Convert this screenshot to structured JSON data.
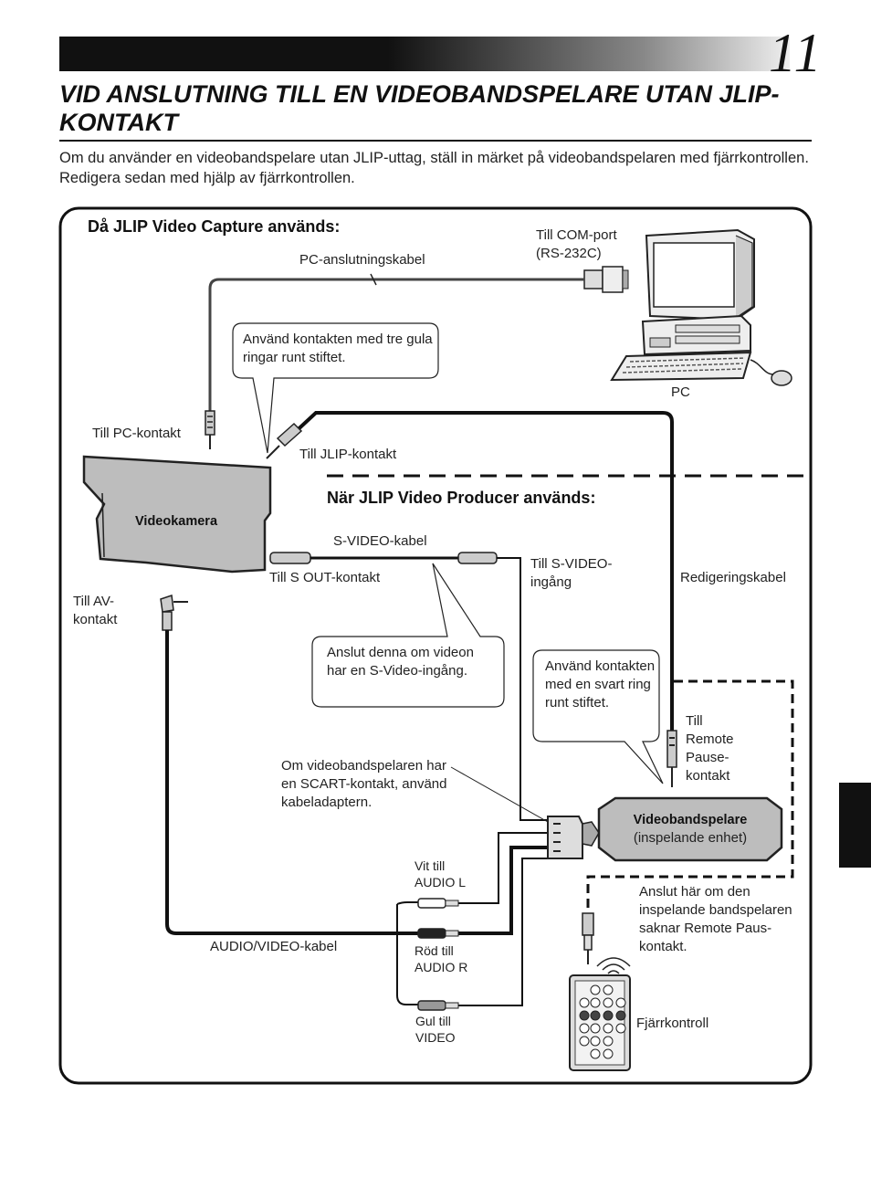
{
  "header": {
    "page_number": "11",
    "title": "VID ANSLUTNING TILL EN VIDEOBANDSPELARE UTAN JLIP-KONTAKT"
  },
  "intro": "Om du använder en videobandspelare utan JLIP-uttag, ställ in märket på videobandspelaren med fjärrkontrollen. Redigera sedan med hjälp av fjärrkontrollen.",
  "diagram": {
    "section_capture": "Då JLIP Video Capture används:",
    "section_producer": "När JLIP Video Producer används:",
    "label_com_port": "Till COM-port (RS-232C)",
    "label_pc_cable": "PC-anslutningskabel",
    "callout_three_rings": "Använd kontakten med tre gula ringar runt stiftet.",
    "label_pc": "PC",
    "label_to_pc_jack": "Till PC-kontakt",
    "label_to_jlip_jack": "Till JLIP-kontakt",
    "label_camcorder": "Videokamera",
    "label_svideo_cable": "S-VIDEO-kabel",
    "label_to_s_out": "Till S OUT-kontakt",
    "label_to_svideo_in": "Till S-VIDEO-ingång",
    "label_editing_cable": "Redigeringskabel",
    "label_to_av": "Till AV-kontakt",
    "callout_svideo": "Anslut denna om videon har en S-Video-ingång.",
    "callout_black_ring": "Använd kontakten med en svart ring runt stiftet.",
    "label_remote_pause": "Till Remote Pause-kontakt",
    "label_scart": "Om videobandspelaren har en SCART-kontakt, använd kabeladaptern.",
    "vcr_title": "Videobandspelare",
    "vcr_subtitle": "(inspelande enhet)",
    "label_white": "Vit till AUDIO L",
    "label_red": "Röd till AUDIO R",
    "label_yellow": "Gul till VIDEO",
    "label_av_cable": "AUDIO/VIDEO-kabel",
    "label_connect_here": "Anslut här om den inspelande bandspelaren saknar Remote Paus-kontakt.",
    "label_remote": "Fjärrkontroll"
  }
}
